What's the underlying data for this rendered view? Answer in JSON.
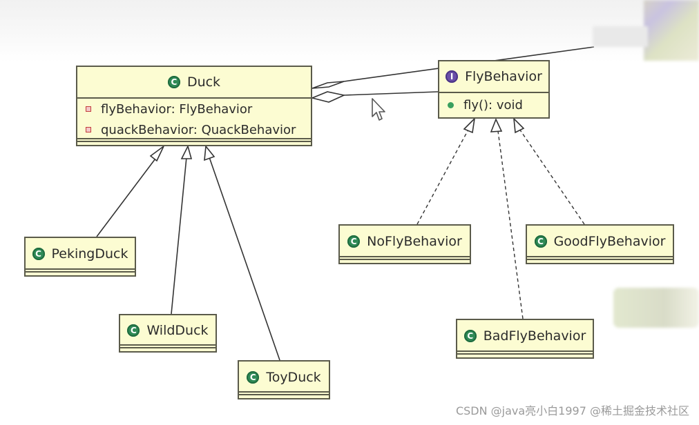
{
  "classes": {
    "duck": {
      "name": "Duck",
      "fields": [
        {
          "text": "flyBehavior: FlyBehavior"
        },
        {
          "text": "quackBehavior: QuackBehavior"
        }
      ]
    },
    "fly_behavior": {
      "name": "FlyBehavior",
      "methods": [
        {
          "text": "fly(): void"
        }
      ]
    },
    "peking_duck": {
      "name": "PekingDuck"
    },
    "wild_duck": {
      "name": "WildDuck"
    },
    "toy_duck": {
      "name": "ToyDuck"
    },
    "no_fly_behavior": {
      "name": "NoFlyBehavior"
    },
    "good_fly_behavior": {
      "name": "GoodFlyBehavior"
    },
    "bad_fly_behavior": {
      "name": "BadFlyBehavior"
    }
  },
  "icons": {
    "class_icon_glyph": "C",
    "interface_icon_glyph": "I",
    "class_icon_color": "#2f8a56",
    "interface_icon_color": "#6a4fa8",
    "box_fill": "#fcfcd2"
  },
  "watermark": "CSDN @java亮小白1997 @稀土掘金技术社区"
}
